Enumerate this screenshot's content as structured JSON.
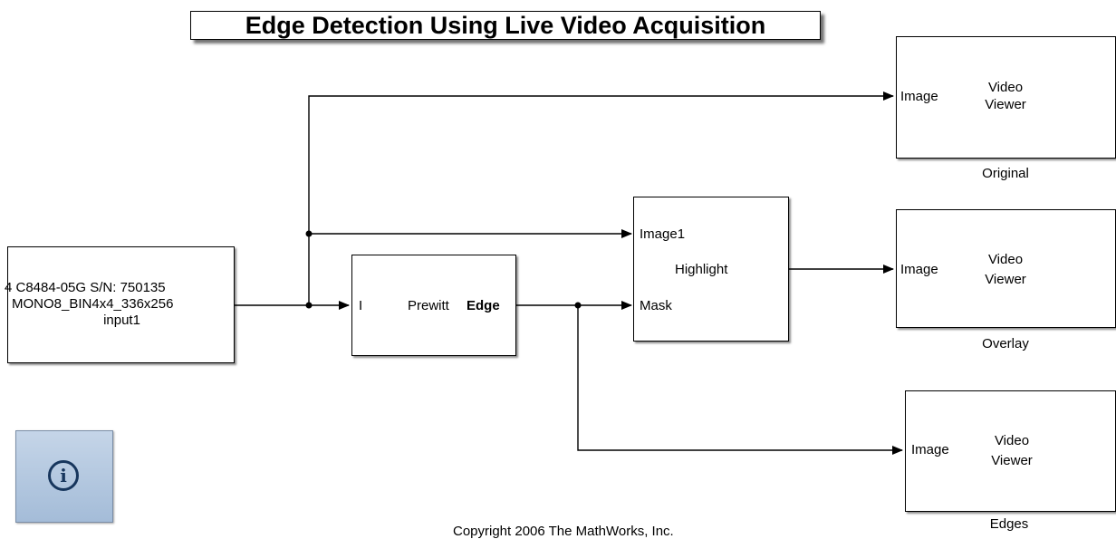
{
  "title": "Edge Detection Using Live Video Acquisition",
  "source_block": {
    "line1": "4 C8484-05G  S/N: 750135",
    "line2": "MONO8_BIN4x4_336x256",
    "port": "input1"
  },
  "edge_block": {
    "in_port": "I",
    "method": "Prewitt",
    "out_port": "Edge"
  },
  "highlight_block": {
    "in_port_1": "Image1",
    "label": "Highlight",
    "in_port_2": "Mask"
  },
  "viewers": [
    {
      "port": "Image",
      "line1": "Video",
      "line2": "Viewer",
      "name": "Original"
    },
    {
      "port": "Image",
      "line1": "Video",
      "line2": "Viewer",
      "name": "Overlay"
    },
    {
      "port": "Image",
      "line1": "Video",
      "line2": "Viewer",
      "name": "Edges"
    }
  ],
  "copyright": "Copyright 2006 The MathWorks, Inc.",
  "icons": {
    "info": "info-icon"
  },
  "colors": {
    "info_bg": "#b3c8e0",
    "info_fg": "#17365d"
  }
}
